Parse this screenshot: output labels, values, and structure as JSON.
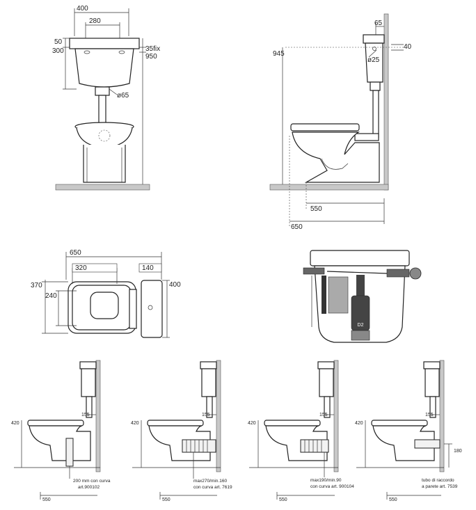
{
  "front_view": {
    "dim_tank_width": "400",
    "dim_lid_width": "280",
    "dim_top": "50",
    "dim_tank_height": "300",
    "dim_fix": "35fix",
    "dim_total_height": "950",
    "dim_pipe": "ø65"
  },
  "side_view": {
    "dim_top_offset": "65",
    "dim_inlet_offset": "40",
    "dim_total_height": "945",
    "dim_inlet": "ø25",
    "dim_depth_pan": "550",
    "dim_depth_total": "650"
  },
  "top_view": {
    "dim_overall": "650",
    "dim_seat": "320",
    "dim_tank_depth": "140",
    "dim_width": "370",
    "dim_seat_depth": "240",
    "dim_tank_width": "400"
  },
  "installations": [
    {
      "dim_height": "420",
      "dim_outlet": "155",
      "caption_line1": "200 mm con curva",
      "caption_line2": "art.900102",
      "dim_depth": "550"
    },
    {
      "dim_height": "420",
      "dim_outlet": "155",
      "caption_line1": "max270/min.160",
      "caption_line2": "con curva art. 7619",
      "dim_depth": "550"
    },
    {
      "dim_height": "420",
      "dim_outlet": "155",
      "caption_line1": "max190/min.90",
      "caption_line2": "con curva art. 900104",
      "dim_depth": "550"
    },
    {
      "dim_height": "420",
      "dim_outlet": "155",
      "dim_side": "180",
      "caption_line1": "tubo di raccordo",
      "caption_line2": "a parete art. 7539",
      "dim_depth": "550"
    }
  ],
  "cutaway": {
    "brand_mark": "D2"
  }
}
